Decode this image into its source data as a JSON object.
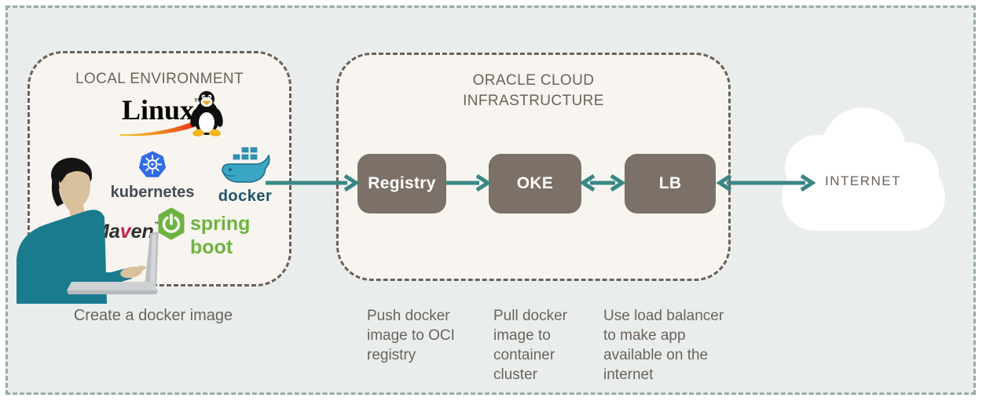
{
  "local_env": {
    "title": "LOCAL ENVIRONMENT",
    "caption": "Create a docker image",
    "linux_label": "Linux",
    "linux_tm": "™",
    "kubernetes_label": "kubernetes",
    "docker_label": "docker",
    "maven": {
      "prefix": "Ma",
      "accent": "v",
      "suffix": "en",
      "tm": "™"
    },
    "spring_boot_label": "spring boot"
  },
  "oci": {
    "title": "ORACLE CLOUD\nINFRASTRUCTURE",
    "nodes": [
      {
        "label": "Registry",
        "caption": "Push docker\nimage to OCI\nregistry"
      },
      {
        "label": "OKE",
        "caption": "Pull docker\nimage to\ncontainer\ncluster"
      },
      {
        "label": "LB",
        "caption": "Use load balancer\nto make app\navailable on the\ninternet"
      }
    ]
  },
  "internet_label": "INTERNET",
  "colors": {
    "canvas_bg": "#E9EEEC",
    "outer_border": "#95ABAB",
    "inner_box_bg": "#F8F5F0",
    "inner_border": "#6A6158",
    "node_bg": "#7B7168",
    "node_text": "#FFFFFF",
    "arrow": "#3A8784",
    "text": "#6B635C",
    "kubernetes_blue": "#326CE5",
    "docker_teal": "#3AA3C1",
    "spring_green": "#6DB33F",
    "maven_accent": "#CB2048",
    "person_teal": "#1A7B8E"
  }
}
